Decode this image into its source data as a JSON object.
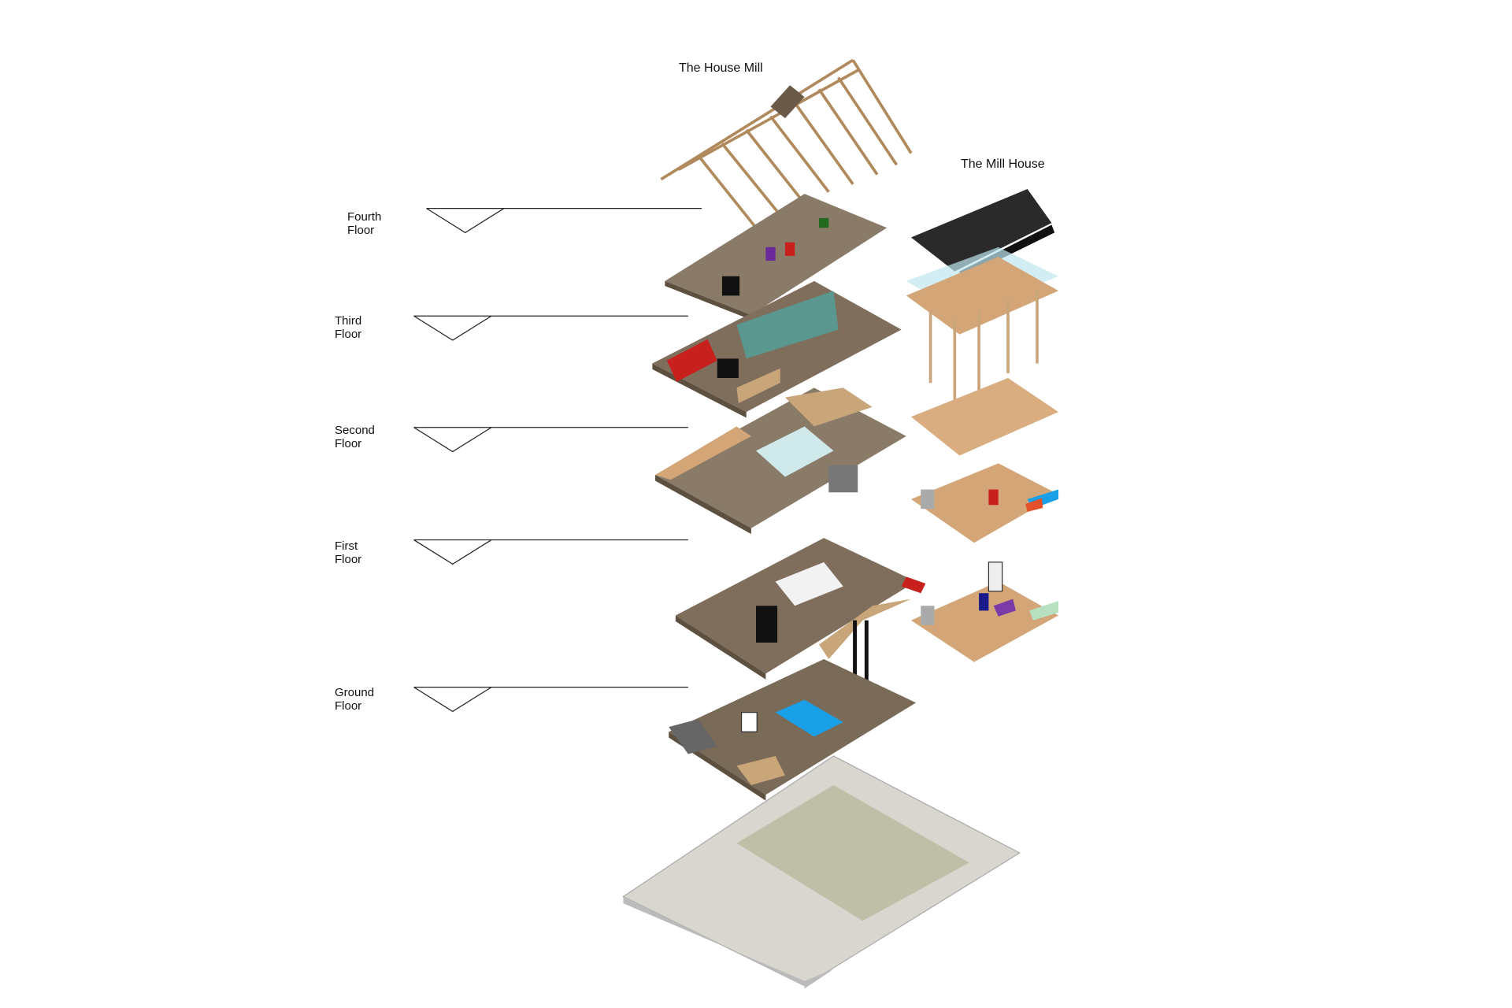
{
  "titles": {
    "house_mill": "The House Mill",
    "mill_house": "The Mill House"
  },
  "levels": [
    {
      "line1": "Fourth",
      "line2": "Floor"
    },
    {
      "line1": "Third",
      "line2": "Floor"
    },
    {
      "line1": "Second",
      "line2": "Floor"
    },
    {
      "line1": "First",
      "line2": "Floor"
    },
    {
      "line1": "Ground",
      "line2": "Floor"
    }
  ],
  "colors": {
    "wood": "#c9a57a",
    "floor": "#7a6a58",
    "base": "#d8d6cf",
    "roof": "#2a2a2a",
    "accent_red": "#c8201c",
    "accent_teal": "#3fb3b0",
    "accent_blue": "#1aa0e6"
  }
}
